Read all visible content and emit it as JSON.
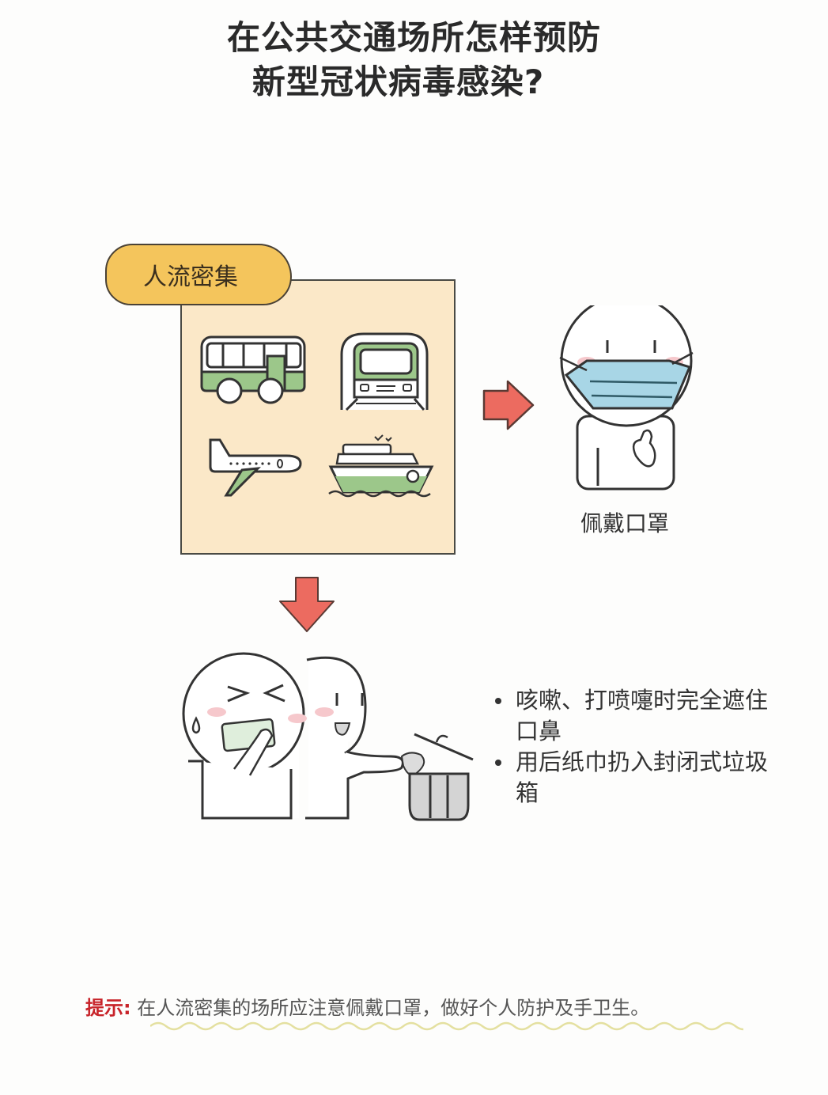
{
  "header": {
    "title_line1": "在公共交通场所怎样预防",
    "title_line2": "新型冠状病毒感染?"
  },
  "crowd_panel": {
    "label": "人流密集",
    "icons": [
      "bus-icon",
      "subway-train-icon",
      "airplane-icon",
      "ship-icon"
    ]
  },
  "mask_section": {
    "caption": "佩戴口罩"
  },
  "etiquette_section": {
    "bullets": [
      "咳嗽、打喷嚏时完全遮住口鼻",
      "用后纸巾扔入封闭式垃圾箱"
    ]
  },
  "tip": {
    "label": "提示:",
    "text": "在人流密集的场所应注意佩戴口罩，做好个人防护及手卫生。"
  },
  "colors": {
    "panel_bg": "#fbe8c8",
    "label_bg": "#f4c55c",
    "arrow": "#ec6b60",
    "vehicle_green": "#9cc78a",
    "mask_blue": "#a8d6e6",
    "tip_red": "#c8242a",
    "wave": "#e4e0a0"
  }
}
